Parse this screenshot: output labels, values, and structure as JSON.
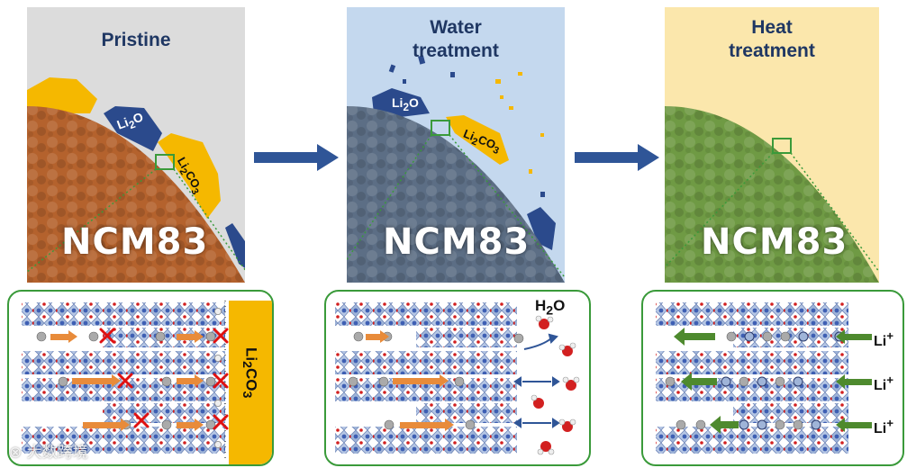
{
  "panels": [
    {
      "title": "Pristine",
      "core_label": "NCM83",
      "surface_labels": [
        "Li2O",
        "Li2CO3"
      ],
      "core_color": "#b4622d",
      "bg_color": "#dcdcdc"
    },
    {
      "title_line1": "Water",
      "title_line2": "treatment",
      "core_label": "NCM83",
      "surface_labels": [
        "Li2O",
        "Li2CO3"
      ],
      "core_color": "#5c6e85",
      "bg_color": "#c4d8ee"
    },
    {
      "title_line1": "Heat",
      "title_line2": "treatment",
      "core_label": "NCM83",
      "core_color": "#6f9a44",
      "bg_color": "#fbe7ac"
    }
  ],
  "insets": [
    {
      "side_label": "Li2CO3"
    },
    {
      "molecule_label": "H2O"
    },
    {
      "ion_labels": [
        "Li+",
        "Li+",
        "Li+"
      ]
    }
  ],
  "watermark": "大数跨境",
  "colors": {
    "title": "#1f3763",
    "arrow": "#2f5597",
    "inset_border": "#3a9a3a",
    "li2o": "#2b4a8c",
    "li2co3": "#f5b800",
    "orange_arrow": "#e88b3a",
    "green_arrow": "#4e8a2e"
  }
}
